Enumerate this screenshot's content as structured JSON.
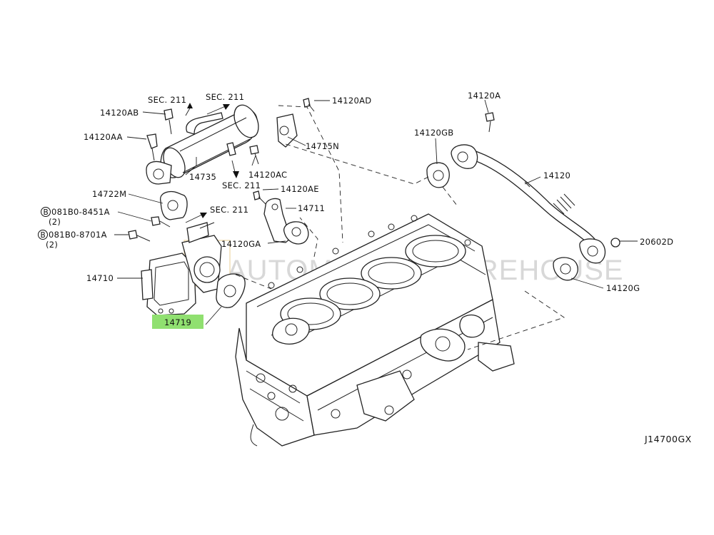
{
  "labels": {
    "sec211_a": "SEC. 211",
    "sec211_b": "SEC. 211",
    "sec211_c": "SEC. 211",
    "sec211_d": "SEC. 211",
    "p14120AB": "14120AB",
    "p14120AA": "14120AA",
    "p14735": "14735",
    "p14120AD": "14120AD",
    "p14715N": "14715N",
    "p14120AC": "14120AC",
    "p14120AE": "14120AE",
    "p14711": "14711",
    "p14120GA": "14120GA",
    "p14722M": "14722M",
    "p081B0_8451A": "081B0-8451A",
    "qty_8451A": "(2)",
    "p081B0_8701A": "081B0-8701A",
    "qty_8701A": "(2)",
    "bolt_prefix": "B",
    "p14710": "14710",
    "p14719": "14719",
    "p14120A": "14120A",
    "p14120GB": "14120GB",
    "p14120": "14120",
    "p20602D": "20602D",
    "p14120G": "14120G",
    "diagram_code": "J14700GX"
  },
  "watermark": "AUTOMOTIVE WAREHOUSE",
  "colors": {
    "highlight": "#90e070",
    "line": "#222222"
  }
}
